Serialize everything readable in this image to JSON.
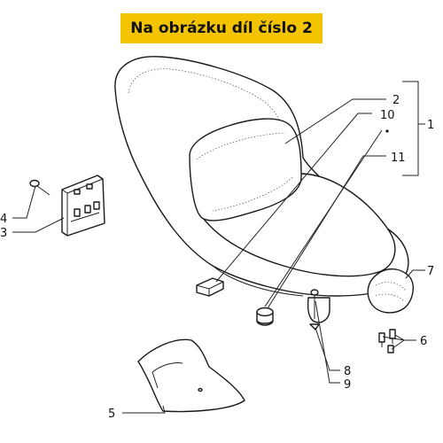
{
  "banner": {
    "text": "Na obrázku díl číslo 2",
    "background": "#f5c400",
    "text_color": "#111111"
  },
  "callouts": [
    {
      "id": "c1",
      "label": "1"
    },
    {
      "id": "c2",
      "label": "2"
    },
    {
      "id": "c3",
      "label": "3"
    },
    {
      "id": "c4",
      "label": "4"
    },
    {
      "id": "c5",
      "label": "5"
    },
    {
      "id": "c6",
      "label": "6"
    },
    {
      "id": "c7",
      "label": "7"
    },
    {
      "id": "c8",
      "label": "8"
    },
    {
      "id": "c9",
      "label": "9"
    },
    {
      "id": "c10",
      "label": "10"
    },
    {
      "id": "c11",
      "label": "11"
    }
  ]
}
